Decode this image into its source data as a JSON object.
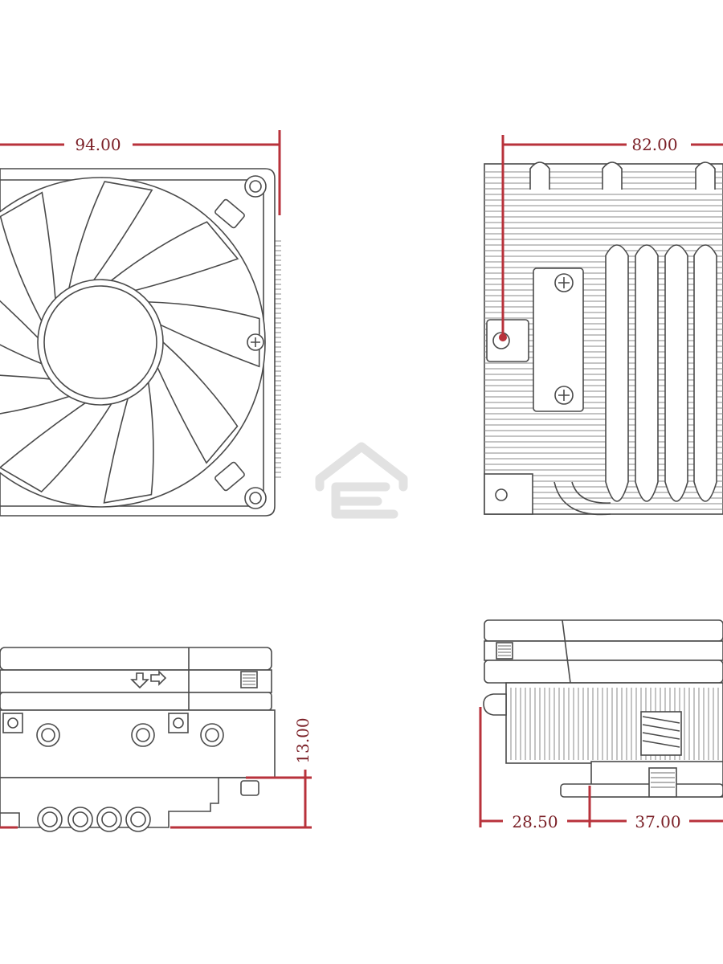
{
  "dimensions": {
    "front_width": "94.00",
    "side_width": "82.00",
    "bottom_height": "13.00",
    "offset_a": "28.50",
    "offset_b": "37.00"
  },
  "icons": {
    "watermark": "house-outline-icon",
    "airflow": "airflow-arrows-icon"
  },
  "colors": {
    "dimension": "#b8323b",
    "dimension_text": "#7a1f26",
    "line": "#4a4a4a",
    "watermark": "#e2e2e2"
  }
}
